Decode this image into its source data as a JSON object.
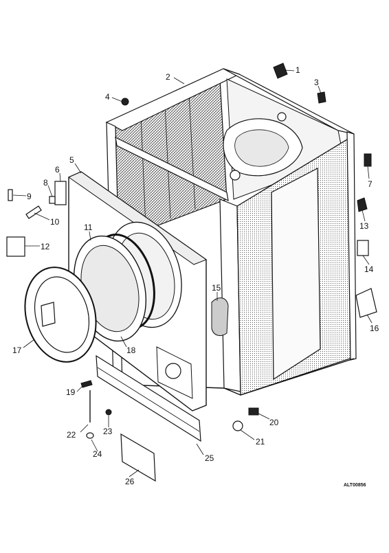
{
  "drawing_code": "ALT00856",
  "callouts": [
    "1",
    "2",
    "3",
    "4",
    "5",
    "6",
    "7",
    "8",
    "9",
    "10",
    "11",
    "12",
    "13",
    "14",
    "15",
    "16",
    "17",
    "18",
    "19",
    "20",
    "21",
    "22",
    "23",
    "24",
    "25",
    "26"
  ]
}
